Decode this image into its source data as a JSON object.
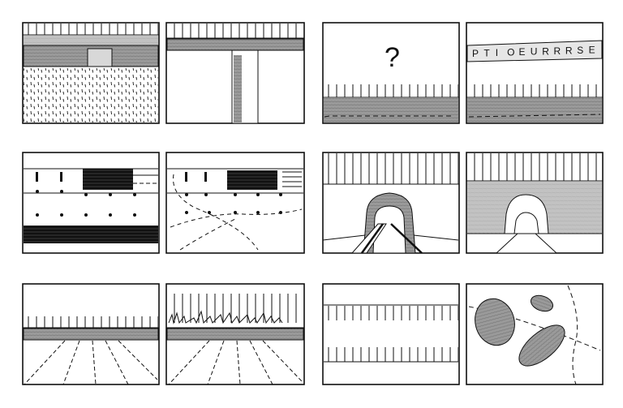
{
  "sheet": {
    "background": "#ffffff",
    "ink": "#111111",
    "grey": "#8a8a8a",
    "light_grey": "#b9b9b9"
  },
  "panels": [
    {
      "name": "panel-wall-over-field",
      "icon": "sketch"
    },
    {
      "name": "panel-bridge-with-pillar",
      "icon": "sketch"
    },
    {
      "name": "panel-fence-question-mark",
      "icon": "sketch",
      "text": "?"
    },
    {
      "name": "panel-fence-banner",
      "icon": "sketch",
      "banner_letters": [
        "P",
        "T",
        "I",
        "O",
        "E",
        "U",
        "R",
        "R",
        "R",
        "S",
        "E"
      ]
    },
    {
      "name": "panel-blocks-dots",
      "icon": "sketch"
    },
    {
      "name": "panel-blocks-dashed-paths",
      "icon": "sketch"
    },
    {
      "name": "panel-tunnel-road",
      "icon": "sketch"
    },
    {
      "name": "panel-tunnel-grey-wall",
      "icon": "sketch"
    },
    {
      "name": "panel-perspective-lanes",
      "icon": "sketch"
    },
    {
      "name": "panel-lanes-with-plants",
      "icon": "sketch"
    },
    {
      "name": "panel-two-fences",
      "icon": "sketch"
    },
    {
      "name": "panel-stones-dashed-lines",
      "icon": "sketch"
    }
  ]
}
